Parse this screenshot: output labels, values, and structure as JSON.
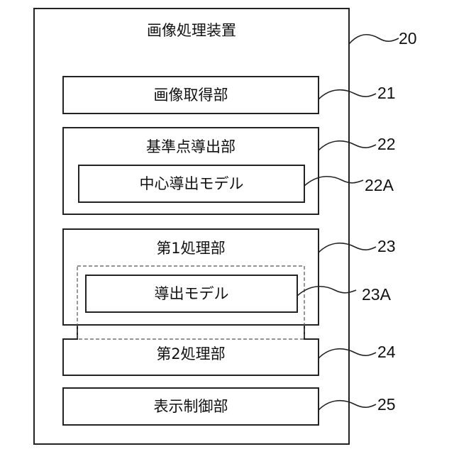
{
  "device": {
    "title": "画像処理装置",
    "ref": "20"
  },
  "units": [
    {
      "label": "画像取得部",
      "ref": "21"
    },
    {
      "label": "基準点導出部",
      "ref": "22",
      "model": {
        "label": "中心導出モデル",
        "ref": "22A"
      }
    },
    {
      "label": "第1処理部",
      "ref": "23",
      "model": {
        "label": "導出モデル",
        "ref": "23A"
      }
    },
    {
      "label": "第2処理部",
      "ref": "24"
    },
    {
      "label": "表示制御部",
      "ref": "25"
    }
  ]
}
